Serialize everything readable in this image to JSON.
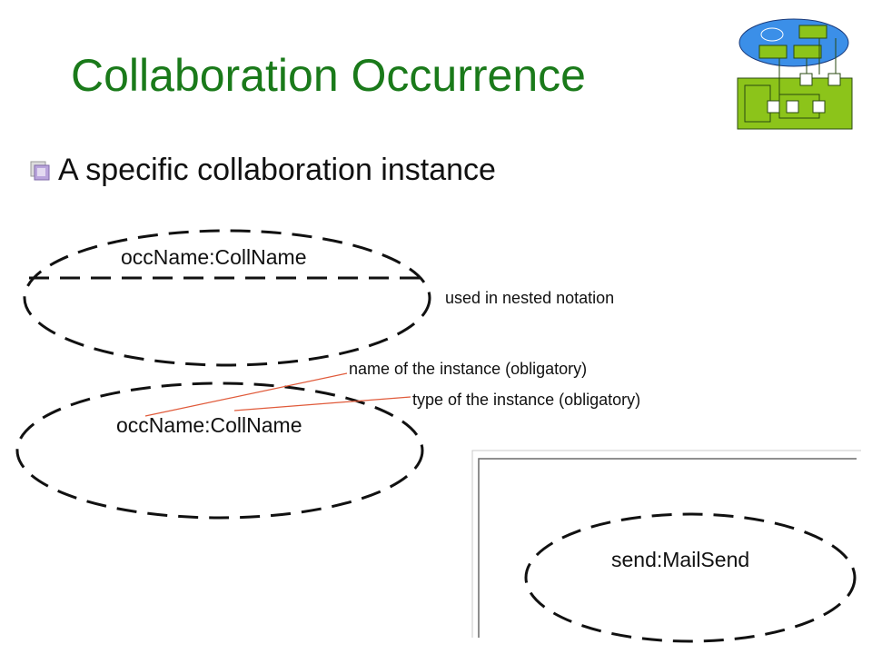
{
  "slide": {
    "title": "Collaboration Occurrence",
    "bullet": "A specific collaboration instance"
  },
  "diagram": {
    "nested_example": {
      "label": "occName:CollName",
      "note": "used in nested notation"
    },
    "annotated_example": {
      "label": "occName:CollName",
      "name_note": "name of the instance (obligatory)",
      "type_note": "type of the instance (obligatory)"
    },
    "example_occurrence": {
      "label": "send:MailSend"
    }
  },
  "colors": {
    "title": "#1a7a1a",
    "leader_lines": "#e05a3a",
    "logo_ellipse": "#3b8fe8",
    "logo_box": "#8cc41a"
  }
}
